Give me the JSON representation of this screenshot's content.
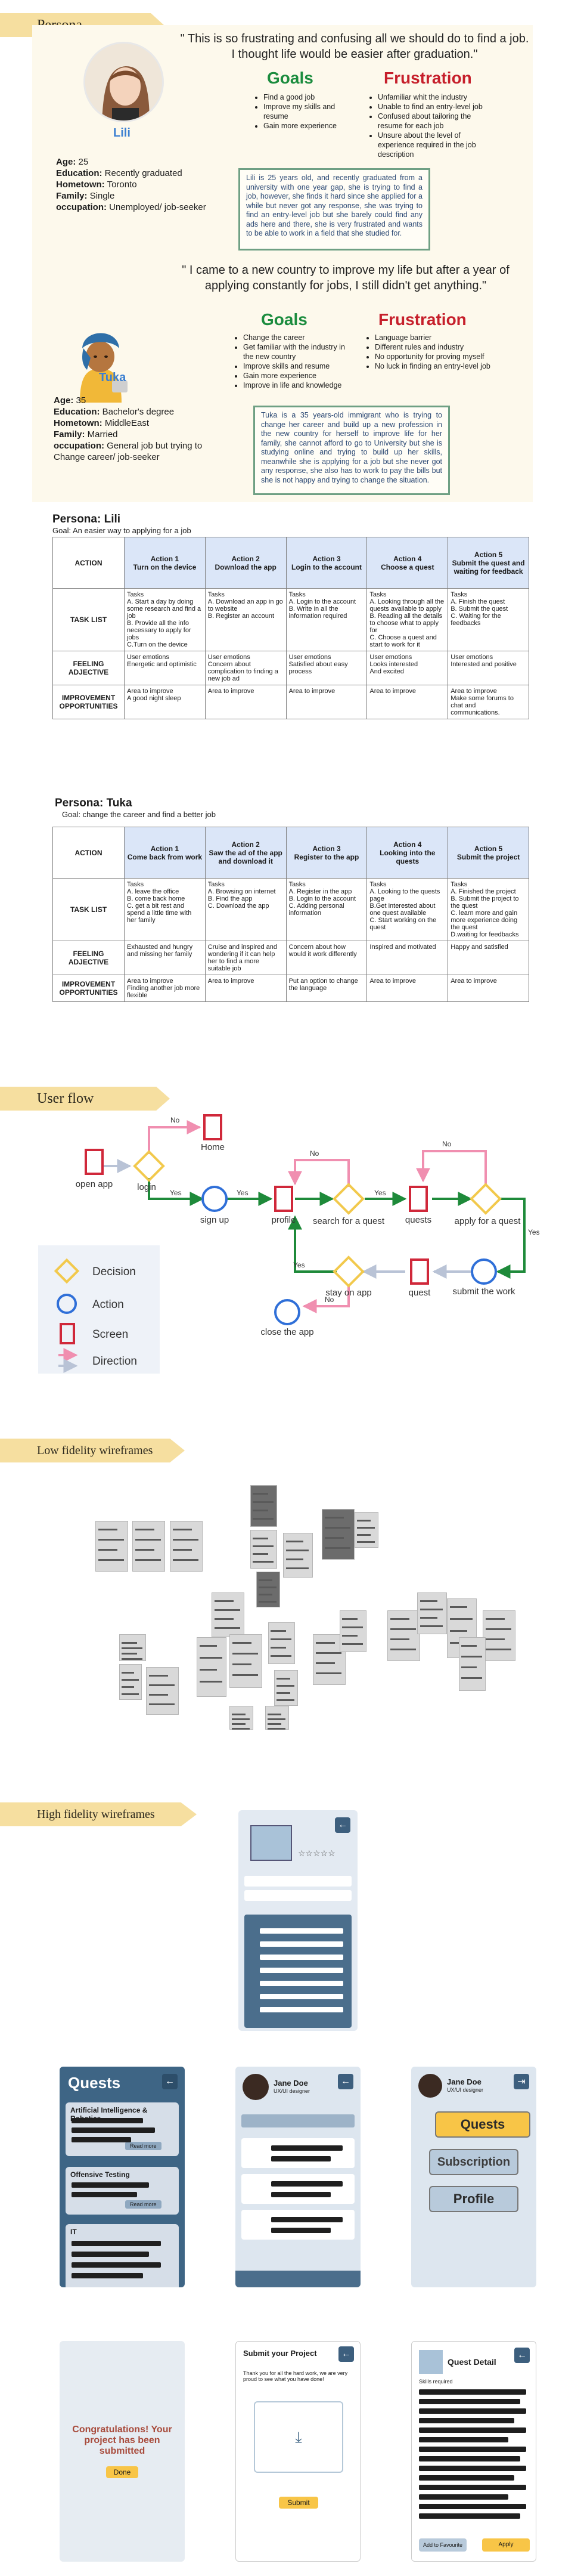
{
  "sections": {
    "persona": "Persona",
    "user_flow": "User flow",
    "low_fi": "Low fidelity wireframes",
    "high_fi": "High fidelity wireframes"
  },
  "lili": {
    "quote": "\" This is so frustrating and confusing all we should do to find a job. I thought life would be easier after graduation.\"",
    "name": "Lili",
    "goals_title": "Goals",
    "goals": [
      "Find a good job",
      "Improve my skills and resume",
      "Gain more experience"
    ],
    "frustration_title": "Frustration",
    "frustrations": [
      "Unfamiliar whit the industry",
      "Unable to find an entry-level job",
      "Confused about tailoring the resume for each job",
      "Unsure about the level of experience required in the job description"
    ],
    "age_label": "Age:",
    "age": " 25",
    "education_label": "Education:",
    "education": " Recently graduated",
    "hometown_label": "Hometown:",
    "hometown": " Toronto",
    "family_label": "Family:",
    "family": " Single",
    "occupation_label": "occupation:",
    "occupation": " Unemployed/ job-seeker",
    "story": "Lili is 25 years old, and recently graduated from a university with one year gap, she is trying to find a job, however, she finds it hard since she applied for a while but never got any response, she was trying to find an entry-level job but she barely could find any ads here and there, she is very frustrated and wants to be able to work in a field that she studied for."
  },
  "tuka": {
    "quote": "\" I came to a new country to improve my life but after a year of applying constantly for jobs, I still didn't get anything.\"",
    "name": "Tuka",
    "goals_title": "Goals",
    "goals": [
      "Change the career",
      "Get familiar with the industry in the new country",
      "Improve skills and resume",
      "Gain more experience",
      "Improve in life and knowledge"
    ],
    "frustration_title": "Frustration",
    "frustrations": [
      "Language barrier",
      "Different rules and industry",
      "No opportunity for proving myself",
      "No luck in finding an entry-level job"
    ],
    "age_label": "Age:",
    "age": " 35",
    "education_label": "Education:",
    "education": " Bachelor's degree",
    "hometown_label": "Hometown:",
    "hometown": " MiddleEast",
    "family_label": "Family:",
    "family": " Married",
    "occupation_label": "occupation:",
    "occupation": " General job but trying to Change career/ job-seeker",
    "story": "Tuka is a 35 years-old immigrant who is trying to change her career and build up a new profession in the new country for herself to improve life for her family, she cannot afford to go to University but she is studying online and trying to build up her skills, meanwhile she is applying for a job but she never got any response, she also has to work to pay the bills but she is not happy and trying to change the situation."
  },
  "journey_lili": {
    "title": "Persona: Lili",
    "goal": "Goal: An easier way to applying for a job",
    "corner": "ACTION",
    "actions": [
      "Action 1\nTurn on the device",
      "Action 2\nDownload the app",
      "Action 3\nLogin to the account",
      "Action 4\nChoose a quest",
      "Action 5\nSubmit the quest and waiting for feedback"
    ],
    "rows": [
      {
        "label": "TASK LIST",
        "cells": [
          "Tasks\nA. Start a day by doing some research and find a job\nB. Provide all the info necessary to apply for jobs\nC.Turn on the device",
          "Tasks\nA. Download an app in go to website\nB. Register an account",
          "Tasks\nA. Login to the account\nB. Write in all the information required",
          "Tasks\nA. Looking through all the quests available to apply\nB. Reading all the details to choose what to apply for\nC. Choose a quest and start to work for it",
          "Tasks\nA. Finish the quest\nB. Submit the quest\nC. Waiting for the feedbacks"
        ]
      },
      {
        "label": "FEELING ADJECTIVE",
        "cells": [
          "User emotions\nEnergetic and optimistic",
          "User emotions\n Concern about complication to finding a new job ad",
          "User emotions\nSatisfied about easy process",
          "User emotions\nLooks interested\nAnd excited",
          "User emotions\nInterested and positive"
        ]
      },
      {
        "label": "IMPROVEMENT OPPORTUNITIES",
        "cells": [
          "Area to improve\nA good night sleep",
          "Area to improve",
          "Area to improve",
          "Area to improve",
          "Area to improve\nMake some forums to chat and communications."
        ]
      }
    ]
  },
  "journey_tuka": {
    "title": "Persona: Tuka",
    "goal": "Goal: change the career and find a better job",
    "corner": "ACTION",
    "actions": [
      "Action 1\nCome back from work",
      "Action 2\nSaw the ad of the app and download it",
      "Action 3\nRegister to the app",
      "Action 4\nLooking into the quests",
      "Action 5\nSubmit the project"
    ],
    "rows": [
      {
        "label": "TASK LIST",
        "cells": [
          "Tasks\nA. leave the office\nB. come back home\nC. get a bit rest and spend a little time with her family",
          "Tasks\nA. Browsing on internet\nB. Find the app\nC. Download the app",
          "Tasks\nA. Register in the app\nB. Login to the account\nC. Adding personal information",
          "Tasks\nA. Looking to the quests page\nB.Get interested about one quest available\nC. Start working on the quest",
          "Tasks\nA. Finished the project\nB. Submit the project to the quest\nC. learn more and gain more experience doing the quest\nD.waiting for feedbacks"
        ]
      },
      {
        "label": "FEELING ADJECTIVE",
        "cells": [
          "Exhausted and hungry and missing her family",
          "Cruise and inspired and wondering if it can help her to find a more suitable job",
          "Concern about how would it work differently",
          "Inspired and motivated",
          "Happy and satisfied"
        ]
      },
      {
        "label": "IMPROVEMENT OPPORTUNITIES",
        "cells": [
          "Area to improve\nFinding another job more flexible",
          "Area to improve",
          "Put an option to change the language",
          "Area to improve",
          "Area to improve"
        ]
      }
    ]
  },
  "flow": {
    "open_app": "open app",
    "login": "login",
    "home": "Home",
    "sign_up": "sign up",
    "profile": "profile",
    "search": "search for a quest",
    "quests": "quests",
    "apply": "apply for a quest",
    "submit": "submit the work",
    "quest": "quest",
    "stay": "stay on app",
    "close": "close the app",
    "yes": "Yes",
    "no": "No",
    "legend": [
      "Decision",
      "Action",
      "Screen",
      "Direction"
    ],
    "colors": {
      "decision": "#f2c94c",
      "action": "#2f6fd8",
      "screen": "#d0283a",
      "yes": "#1e8a3a",
      "no": "#f08fb0",
      "other": "#b9c3d6"
    }
  },
  "hifi": {
    "quests_title": "Quests",
    "quest_cards": [
      "Artificial Intelligence & Robotics",
      "Offensive Testing",
      "IT"
    ],
    "read_more": "Read more",
    "user_name": "Jane Doe",
    "user_role": "UX/UI designer",
    "menu": [
      "Quests",
      "Subscription",
      "Profile"
    ],
    "congrats": "Congratulations! Your project has been submitted",
    "done": "Done",
    "submit_title": "Submit your Project",
    "submit_text": "Thank you for all the hard work, we are very proud to see what you have done!",
    "submit_btn": "Submit",
    "detail_title": "Quest Detail",
    "detail_sub": "Skills required",
    "add_fav": "Add to Favourite",
    "apply_btn": "Apply"
  }
}
